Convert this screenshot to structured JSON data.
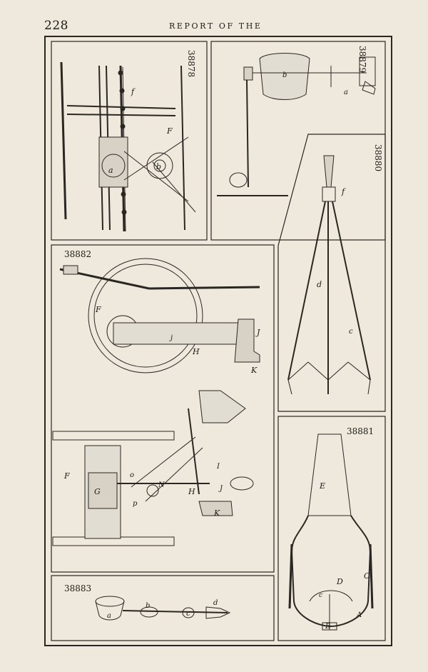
{
  "page": {
    "number": "228",
    "running_head": "REPORT OF THE"
  },
  "figures": {
    "f38878": {
      "number": "38878",
      "labels": {
        "f": "f",
        "F": "F",
        "a": "a",
        "b": "b"
      }
    },
    "f38879": {
      "number": "38879",
      "labels": {
        "b": "b",
        "a": "a"
      }
    },
    "f38880": {
      "number": "38880",
      "labels": {
        "f": "f",
        "d": "d",
        "c": "c"
      }
    },
    "f38881": {
      "number": "38881",
      "labels": {
        "E": "E",
        "C": "C",
        "D": "D",
        "c": "c",
        "B": "B",
        "A": "A"
      }
    },
    "f38882": {
      "number": "38882",
      "labels_top": {
        "F": "F",
        "J": "J",
        "H": "H",
        "K": "K",
        "j": "j"
      },
      "labels_bottom": {
        "F": "F",
        "G": "G",
        "o": "o",
        "N": "N",
        "H": "H",
        "I": "I",
        "J": "J",
        "K": "K",
        "p": "p"
      }
    },
    "f38883": {
      "number": "38883",
      "labels": {
        "a": "a",
        "b": "b",
        "c": "c",
        "d": "d"
      }
    }
  }
}
